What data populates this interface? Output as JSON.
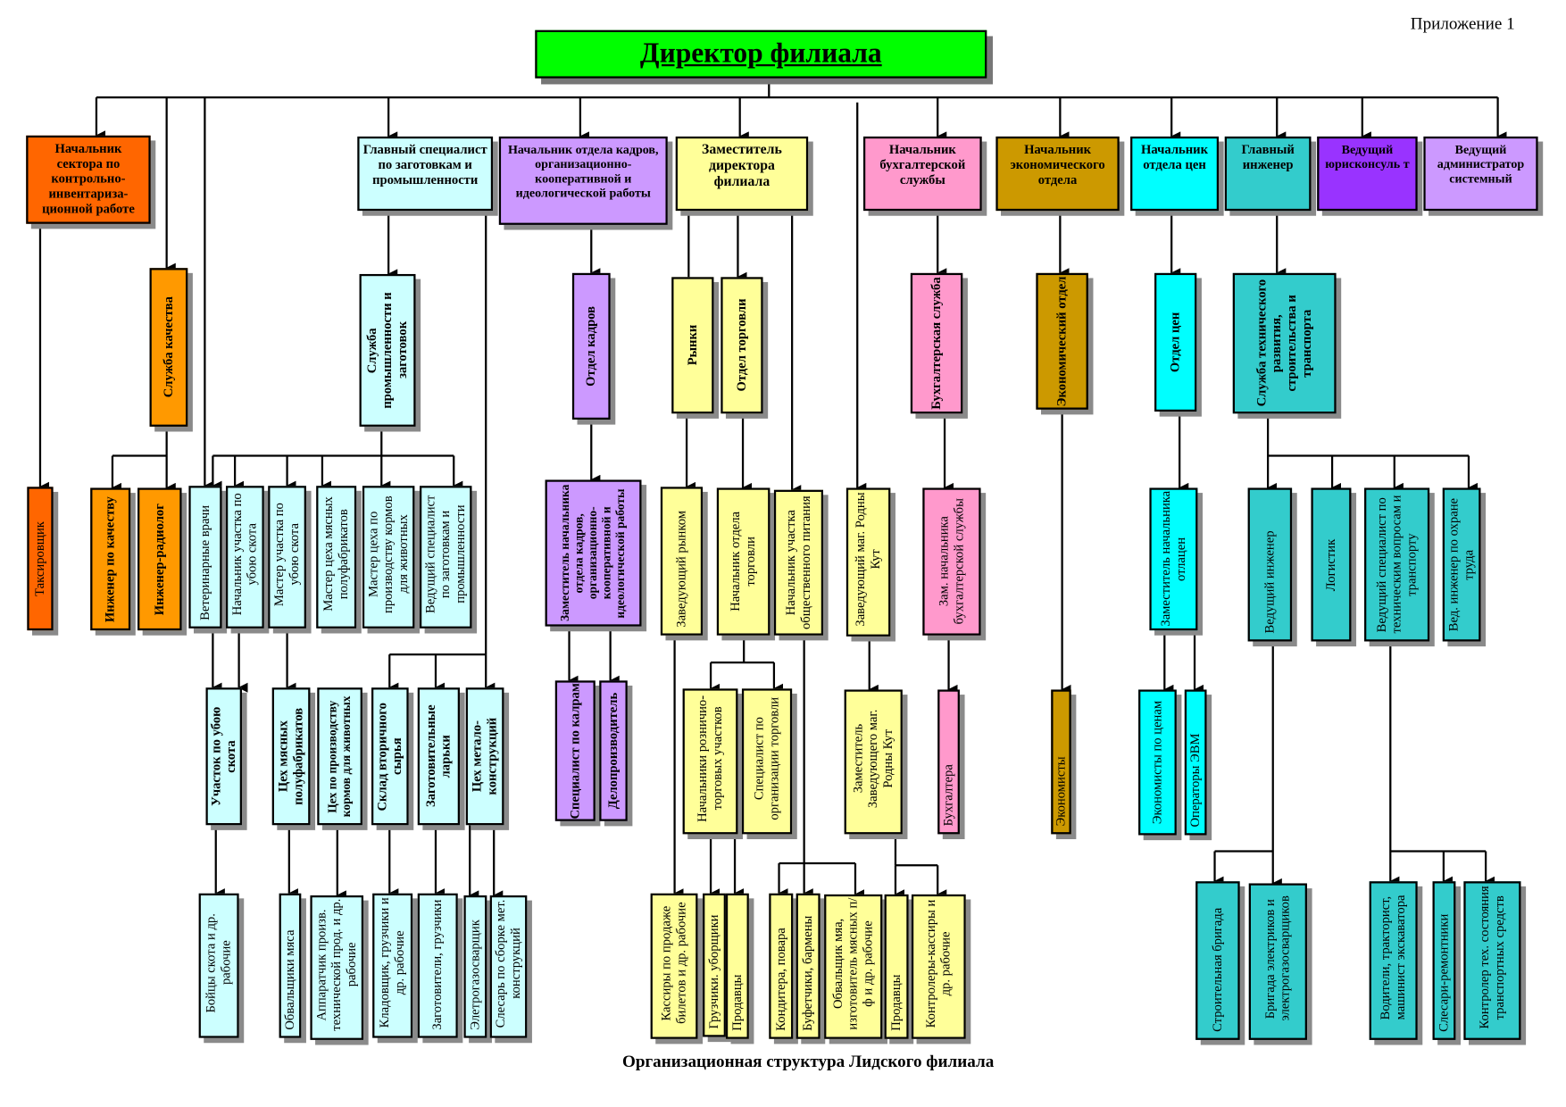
{
  "appendix_label": "Приложение 1",
  "caption": "Организационная структура  Лидского филиала",
  "colors": {
    "director": "#00ff00",
    "control_sector": "#ff6600",
    "quality": "#ff9900",
    "procurement": "#ccffff",
    "hr": "#cc99ff",
    "deputy": "#ffff99",
    "accounting": "#ff99cc",
    "economics": "#cc9900",
    "pricing": "#00ffff",
    "engineering": "#33cccc",
    "legal": "#9933ff",
    "sysadmin": "#cc99ff"
  },
  "director": "Директор филиала",
  "top_level": {
    "control_sector": "Начальник сектора  по контрольно-инвентариза-ционной работе",
    "procurement_chief": "Главный специалист по заготовкам и промышленности",
    "hr_chief": "Начальник отдела кадров, организационно-кооперативной и идеологической работы",
    "deputy_director": "Заместитель директора филиала",
    "accounting_chief": "Начальник бухгалтерской службы",
    "economics_chief": "Начальник экономического отдела",
    "pricing_chief": "Начальник отдела цен",
    "chief_engineer": "Главный инженер",
    "legal": "Ведущий юрисконсуль т",
    "sysadmin": "Ведущий администратор системный"
  },
  "level2": {
    "quality_service": "Служба качества",
    "industry_service": "Служба промышленности и заготовок",
    "hr_dept": "Отдел кадров",
    "markets": "Рынки",
    "trade_dept": "Отдел  торговли",
    "accounting_service": "Бухгалтерская служба",
    "economics_dept": "Экономический отдел",
    "pricing_dept": "Отдел цен",
    "tech_service": "Служба технического развития, строительства и транспорта"
  },
  "level3": {
    "taxer": "Таксировщик",
    "quality_engineer": "Инженер по качеству",
    "radiologist": "Инженер-радиолог",
    "vets": "Ветеринарные врачи",
    "slaughter_head": "Начальник участка по убою скота",
    "slaughter_master": "Мастер участка по убою скота",
    "semifinished_master": "Мастер цеха мясных полуфабрикатов",
    "feed_master": "Мастер цеха  по производству кормов для животных",
    "lead_procurement": "Ведущий специалист по заготовкам и промышленности",
    "hr_deputy": "Заместитель начальника отдела кадров, организационно-кооперативной и идеологической работы",
    "market_head": "Заведующий   рынком",
    "trade_head": "Начальник отдела торговли",
    "catering_head": "Начальник участка общественного питания",
    "store_head": "Заведующий маг. Родны Кут",
    "accounting_deputy": "Зам. начальника бухгалтерской службы",
    "pricing_deputy": "Заместитель начальника отлацен",
    "lead_engineer": "Ведущий инженер",
    "logistician": "Логистик",
    "transport_specialist": "Ведущий специалист по техническим вопросам и транспорту",
    "safety_engineer": "Вед. инженер по охране труда"
  },
  "level4": {
    "slaughter_site": "Участок по убою скота",
    "semifinished_shop": "Цех мясных полуфабрикатов",
    "feed_shop": "Цех по производству кормов для животных",
    "secondary_warehouse": "Склад  вторичного сырья",
    "procurement_stalls": "Заготовительные ларьки",
    "metal_shop": "Цех метало-конструкций",
    "hr_specialist": "Специалист по калрам",
    "clerk": "Делопроизводитель",
    "retail_heads": "Начальники розничио-торговых участков",
    "trade_specialist": "Специалист  по организации торговли",
    "store_deputy": "Заместитель Заведующего маг. Родны Кут",
    "accountants": "Бухгалтера",
    "economists": "Экономисты",
    "price_economists": "Экономисты по ценам",
    "pc_operators": "Операторы ЭВМ"
  },
  "level5": {
    "butchers": "Бойцы скота и др. рабочие",
    "deboners": "Обвальщики мяса",
    "apparatus_operators": "Аппаратчик произв. технической прод. и др. рабочие",
    "storekeepers": "Кладовщик, грузчики и др. рабочие",
    "procurers": "Заготовители, грузчики",
    "welder": "Элетрогазосварщик",
    "fitter": "Слесарь по сборке мет. конструкций",
    "ticket_cashiers": "Кассиры по продаже билетов и др. рабочие",
    "loaders_cleaners": "Грузчики. уборщики",
    "sellers_trade": "Продавцы",
    "cooks": "Кондитера, повара",
    "barmen": "Буфетчики, бармены",
    "meat_workers": "Обвальщик мяа, изготовитель мясных п/ф и др. рабочие",
    "sellers_store": "Продавцы",
    "controllers": "Контролеры-кассиры и др. рабочие",
    "construction_brigade": "Строительная бригада",
    "electric_brigade": "Бригада электриков и электрогазосварщиков",
    "drivers": "Водители, тракторист, машинист экскаватора",
    "mechanics": "Слесари-ремонтники",
    "vehicle_controller": "Контролер тех. состояния транспортных средств"
  }
}
